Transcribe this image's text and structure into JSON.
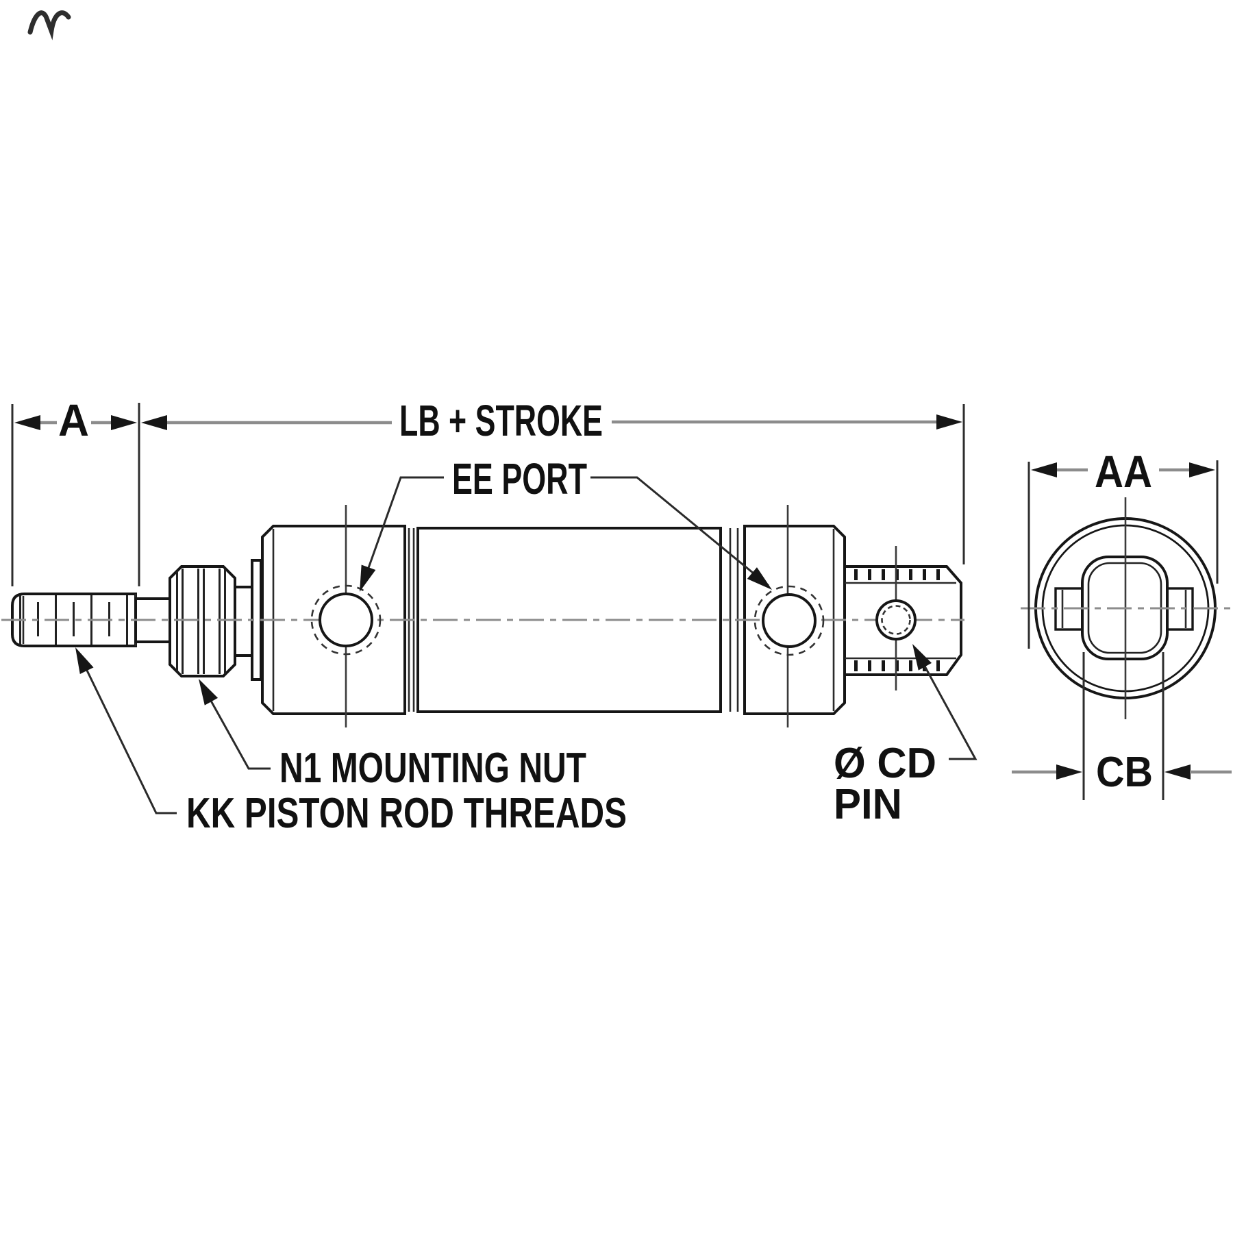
{
  "drawing": {
    "type": "engineering-dimension-diagram",
    "subject": "pneumatic air cylinder with nose mount nut and rear pivot clevis, side view and end view"
  },
  "labels": {
    "dim_a": "A",
    "dim_lb_stroke": "LB + STROKE",
    "ee_port": "EE PORT",
    "n1_mounting_nut": "N1 MOUNTING NUT",
    "kk_piston_rod_threads": "KK PISTON ROD THREADS",
    "cd_dia": "Ø CD",
    "cd_pin": "PIN",
    "dim_aa": "AA",
    "dim_cb": "CB"
  },
  "colors": {
    "background": "#ffffff",
    "outline": "#161616",
    "dimension_line": "#8c8c8c",
    "text": "#111111"
  }
}
